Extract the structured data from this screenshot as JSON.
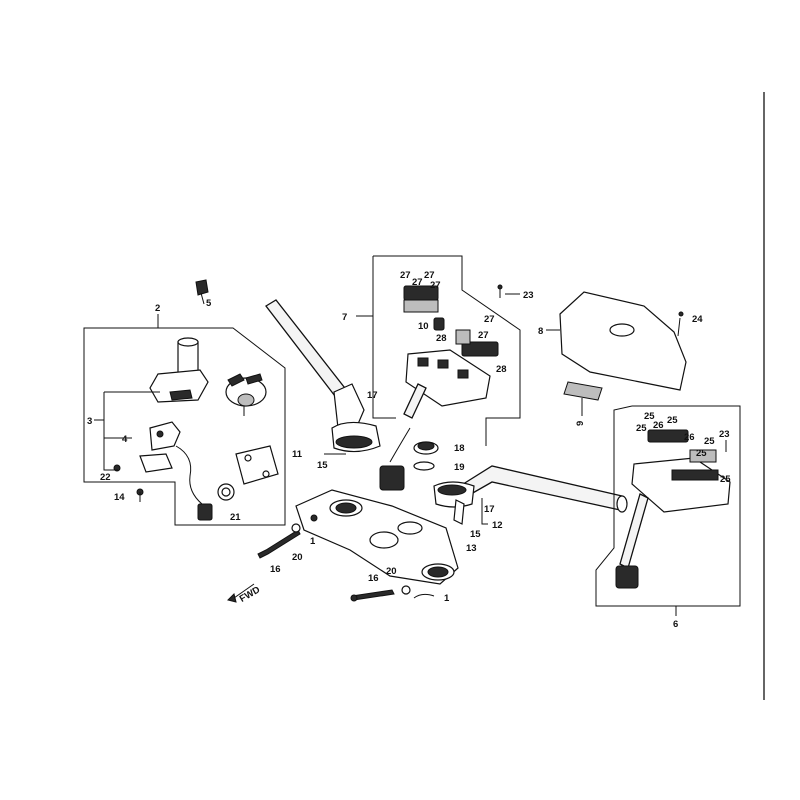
{
  "callouts": {
    "c2": "2",
    "c3": "3",
    "c4": "4",
    "c5": "5",
    "c6": "6",
    "c7": "7",
    "c8": "8",
    "c9": "9",
    "c10": "10",
    "c11": "11",
    "c12": "12",
    "c13": "13",
    "c14": "14",
    "c15a": "15",
    "c15b": "15",
    "c16a": "16",
    "c16b": "16",
    "c17a": "17",
    "c17b": "17",
    "c18": "18",
    "c19": "19",
    "c20a": "20",
    "c20b": "20",
    "c21": "21",
    "c22": "22",
    "c23a": "23",
    "c23b": "23",
    "c24": "24",
    "c25a": "25",
    "c25b": "25",
    "c25c": "25",
    "c25d": "25",
    "c25e": "25",
    "c25f": "25",
    "c26a": "26",
    "c26b": "26",
    "c27a": "27",
    "c27b": "27",
    "c27c": "27",
    "c27d": "27",
    "c27e": "27",
    "c27f": "27",
    "c28a": "28",
    "c28b": "28",
    "c1a": "1",
    "c1b": "1"
  },
  "fwd_label": "FWD"
}
